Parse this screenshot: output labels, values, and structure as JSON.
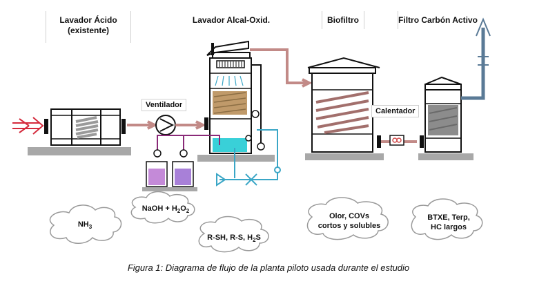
{
  "headers": {
    "lavador_acido": [
      "Lavador Ácido",
      "(existente)"
    ],
    "lavador_alcal": "Lavador Alcal-Oxid.",
    "biofiltro": "Biofiltro",
    "filtro_carbon": "Filtro Carbón Activo"
  },
  "labels": {
    "ventilador": "Ventilador",
    "calentador": "Calentador"
  },
  "clouds": {
    "nh3": {
      "main": "NH",
      "sub": "3"
    },
    "naoh": {
      "pre": "NaOH + H",
      "s1": "2",
      "mid": "O",
      "s2": "2"
    },
    "rsh": {
      "pre": "R-SH, R-S, H",
      "s1": "2",
      "post": "S"
    },
    "olor": [
      "Olor, COVs",
      "cortos y solubles"
    ],
    "btxe": [
      "BTXE, Terp,",
      "HC largos"
    ]
  },
  "caption": "Figura 1: Diagrama de flujo de la planta piloto usada durante el estudio",
  "colors": {
    "gas_flow": "#c28a87",
    "air_in": "#d42a3c",
    "clean_out": "#5a7a96",
    "liquid": "#3aa6c6",
    "purple_pipe": "#8a2a78",
    "bed_brown": "#c09a6a",
    "bed_gray": "#8c8c8c",
    "tank_cyan": "#39d0d8",
    "tank_pink": "#c48ad8",
    "tank_violet": "#a880d8",
    "heater": "#d04a4a"
  }
}
